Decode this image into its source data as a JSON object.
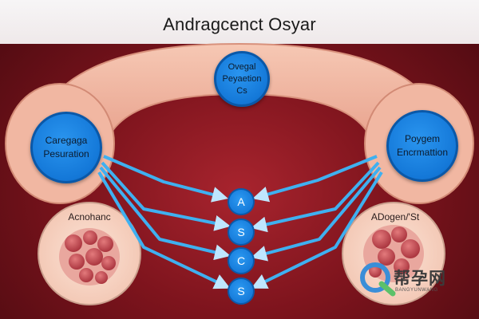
{
  "title": "Andragcenct Osyar",
  "top_node": {
    "lines": [
      "Ovegal",
      "Peyaetion",
      "Cs"
    ]
  },
  "left_node": {
    "lines": [
      "Caregaga",
      "Pesuration"
    ]
  },
  "right_node": {
    "lines": [
      "Poygem",
      "Encrmattion"
    ]
  },
  "center_nodes": [
    "A",
    "S",
    "C",
    "S"
  ],
  "left_cell_label": "Acnohanc",
  "right_cell_label": "ADogen/'St",
  "watermark": {
    "text": "帮孕网",
    "sub": "BANGYUNWANG",
    "icon": "q-logo-icon"
  },
  "colors": {
    "background": "#7e141d",
    "arch": "#f2b6a0",
    "node_blue": "#1478d8",
    "arrow_blue": "#3fb0f0",
    "cell_red": "#c2444c"
  }
}
